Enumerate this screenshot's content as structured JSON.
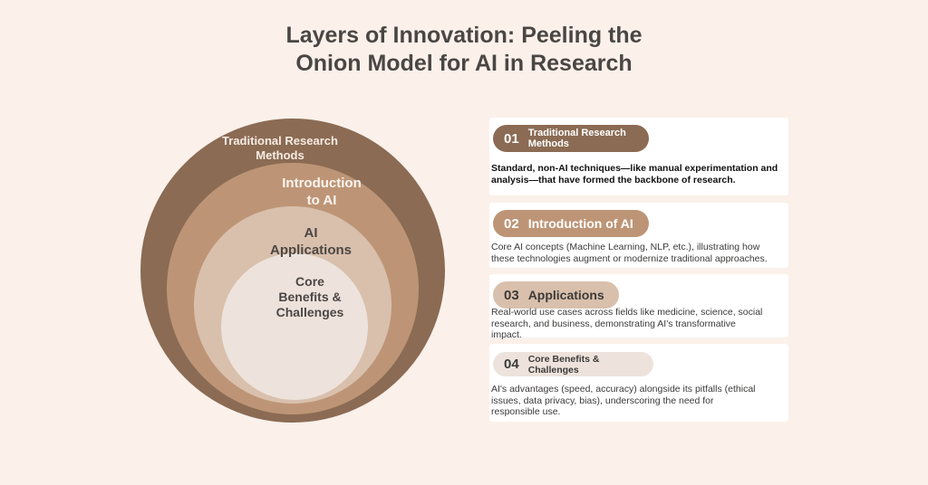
{
  "title": {
    "line1": "Layers of Innovation: Peeling the",
    "line2": "Onion Model for AI in Research"
  },
  "onion": {
    "layer1": {
      "line1": "Traditional Research",
      "line2": "Methods"
    },
    "layer2": {
      "line1": "Introduction",
      "line2": "to AI"
    },
    "layer3": {
      "line1": "AI",
      "line2": "Applications"
    },
    "layer4": {
      "line1": "Core",
      "line2": "Benefits &",
      "line3": "Challenges"
    }
  },
  "colors": {
    "background": "#fbf1ea",
    "layer1": "#8b6b54",
    "layer2": "#bd9576",
    "layer3": "#d9c0ac",
    "layer4": "#ede3dc"
  },
  "cards": [
    {
      "number": "01",
      "label_line1": "Traditional Research",
      "label_line2": "Methods",
      "desc_line1": "Standard, non-AI techniques—like manual experimentation and",
      "desc_line2": "analysis—that have formed the backbone of research.",
      "desc_line3": ""
    },
    {
      "number": "02",
      "label_line1": "Introduction of AI",
      "label_line2": "",
      "desc_line1": "Core AI concepts (Machine Learning, NLP, etc.), illustrating how",
      "desc_line2": "these technologies augment or modernize traditional approaches.",
      "desc_line3": ""
    },
    {
      "number": "03",
      "label_line1": "Applications",
      "label_line2": "",
      "desc_line1": "Real-world use cases across fields like medicine, science, social",
      "desc_line2": "research, and business, demonstrating AI's transformative",
      "desc_line3": "impact."
    },
    {
      "number": "04",
      "label_line1": "Core Benefits &",
      "label_line2": "Challenges",
      "desc_line1": "AI's advantages (speed, accuracy) alongside its pitfalls (ethical",
      "desc_line2": "issues, data privacy, bias), underscoring the need for",
      "desc_line3": "responsible use."
    }
  ]
}
